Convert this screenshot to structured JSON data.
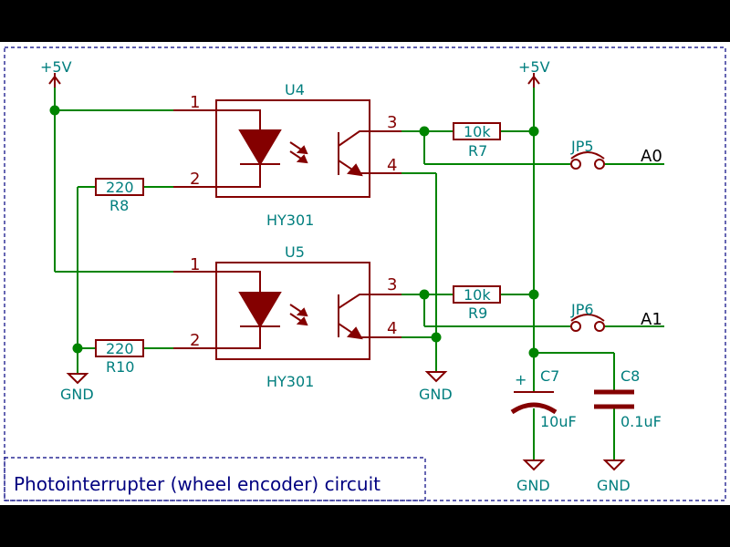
{
  "title_block": {
    "text": "Photointerrupter (wheel encoder) circuit"
  },
  "power": {
    "vcc_left": "+5V",
    "vcc_right": "+5V",
    "gnd": "GND"
  },
  "u4": {
    "ref": "U4",
    "value": "HY301",
    "pin1": "1",
    "pin2": "2",
    "pin3": "3",
    "pin4": "4"
  },
  "u5": {
    "ref": "U5",
    "value": "HY301",
    "pin1": "1",
    "pin2": "2",
    "pin3": "3",
    "pin4": "4"
  },
  "r8": {
    "value": "220",
    "ref": "R8"
  },
  "r10": {
    "value": "220",
    "ref": "R10"
  },
  "r7": {
    "value": "10k",
    "ref": "R7"
  },
  "r9": {
    "value": "10k",
    "ref": "R9"
  },
  "jp5": {
    "ref": "JP5",
    "net": "A0"
  },
  "jp6": {
    "ref": "JP6",
    "net": "A1"
  },
  "c7": {
    "ref": "C7",
    "value": "10uF",
    "polarity": "+"
  },
  "c8": {
    "ref": "C8",
    "value": "0.1uF"
  },
  "colors": {
    "wire": "#008400",
    "component": "#840000",
    "reference": "#007e7e",
    "border": "#000080"
  }
}
